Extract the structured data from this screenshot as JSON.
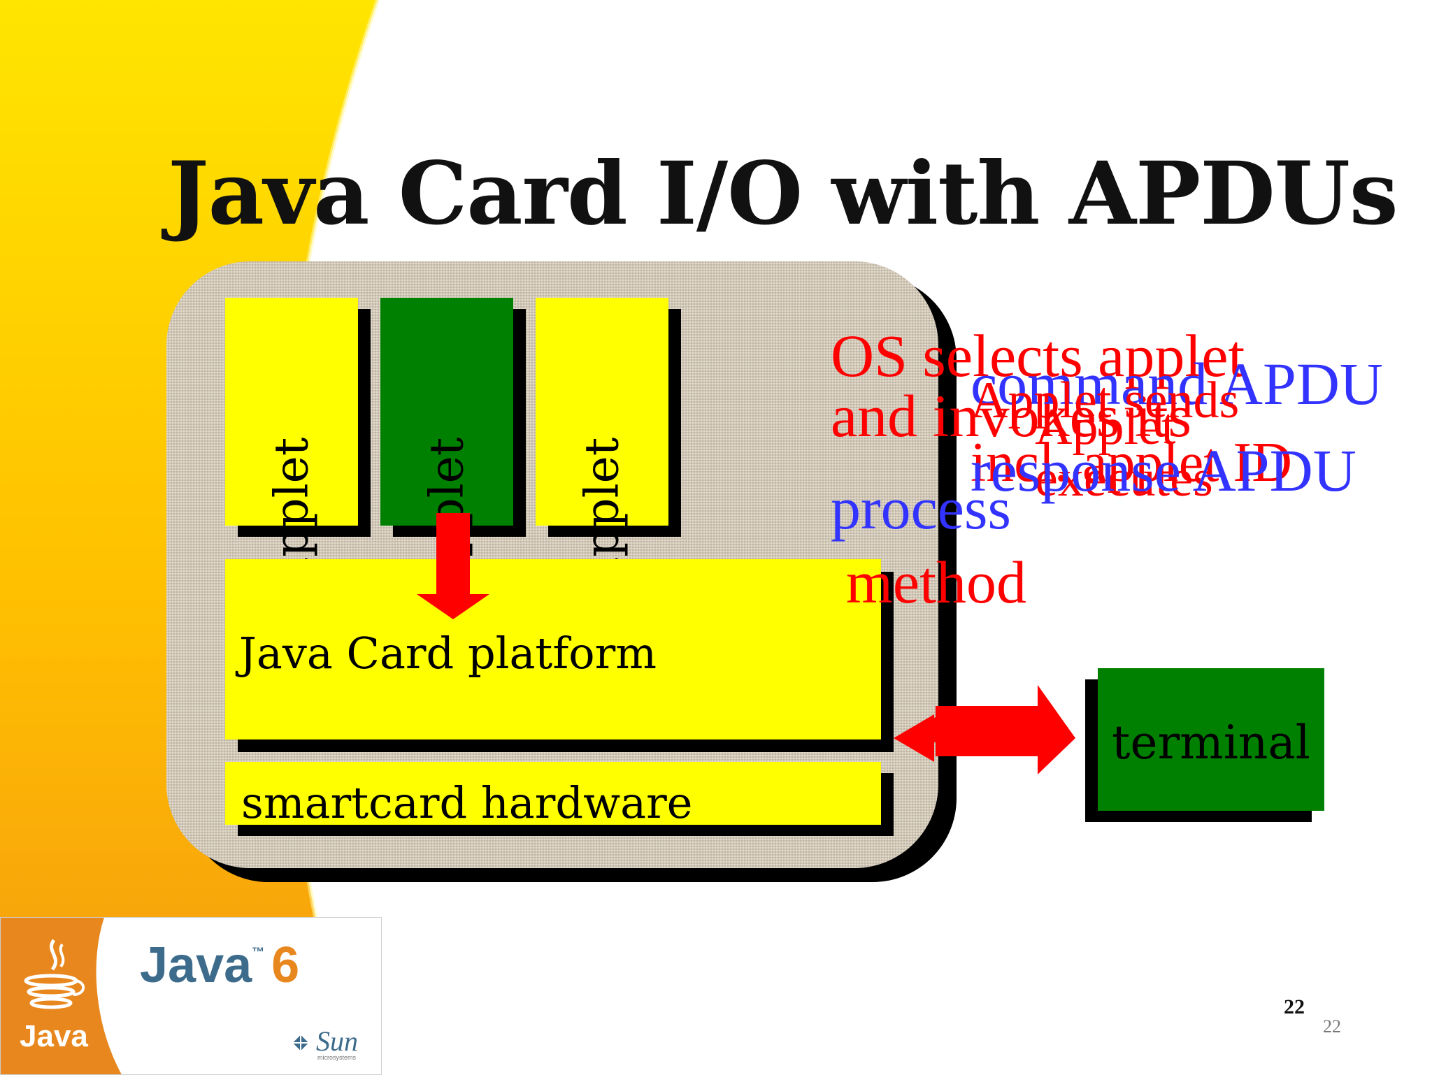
{
  "slide": {
    "title": "Java Card I/O with APDUs",
    "page_number": "22",
    "page_number_small": "22"
  },
  "diagram": {
    "applets": [
      {
        "label": "applet",
        "color": "#ffff00"
      },
      {
        "label": "applet",
        "color": "#008000"
      },
      {
        "label": "applet",
        "color": "#ffff00"
      }
    ],
    "platform_label": "Java Card platform",
    "hardware_label": "smartcard hardware",
    "terminal_label": "terminal",
    "arrow_color": "#ff0000"
  },
  "annotations": {
    "os_selects": "OS selects applet\nand invokes its\n",
    "process": "process",
    "method": "method",
    "command_apdu": "command APDU",
    "applet_sends": "Applet sends",
    "applet_executes": "Applet\nexecutes",
    "incl_applet_id": "incl. applet ID",
    "response_apdu": "response APDU"
  },
  "logo": {
    "java": "Java",
    "tm": "™",
    "six": "6",
    "java_small": "Java",
    "sun": "Sun",
    "sun_sub": "microsystems"
  },
  "colors": {
    "yellow_block": "#ffff00",
    "green_block": "#008000",
    "red_text": "#ff0000",
    "blue_text": "#3333ff"
  }
}
